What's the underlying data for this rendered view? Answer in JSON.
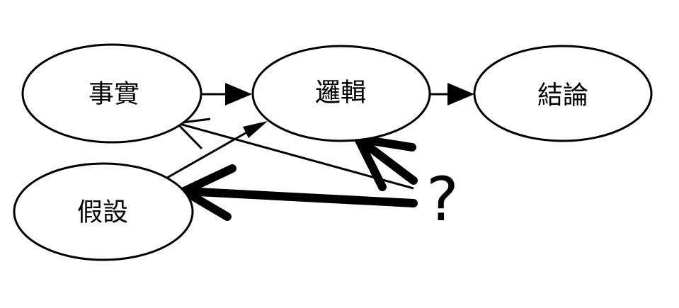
{
  "nodes": {
    "facts": "事實",
    "logic": "邏輯",
    "conclusion": "結論",
    "hypothesis": "假設"
  },
  "question_mark": "?"
}
